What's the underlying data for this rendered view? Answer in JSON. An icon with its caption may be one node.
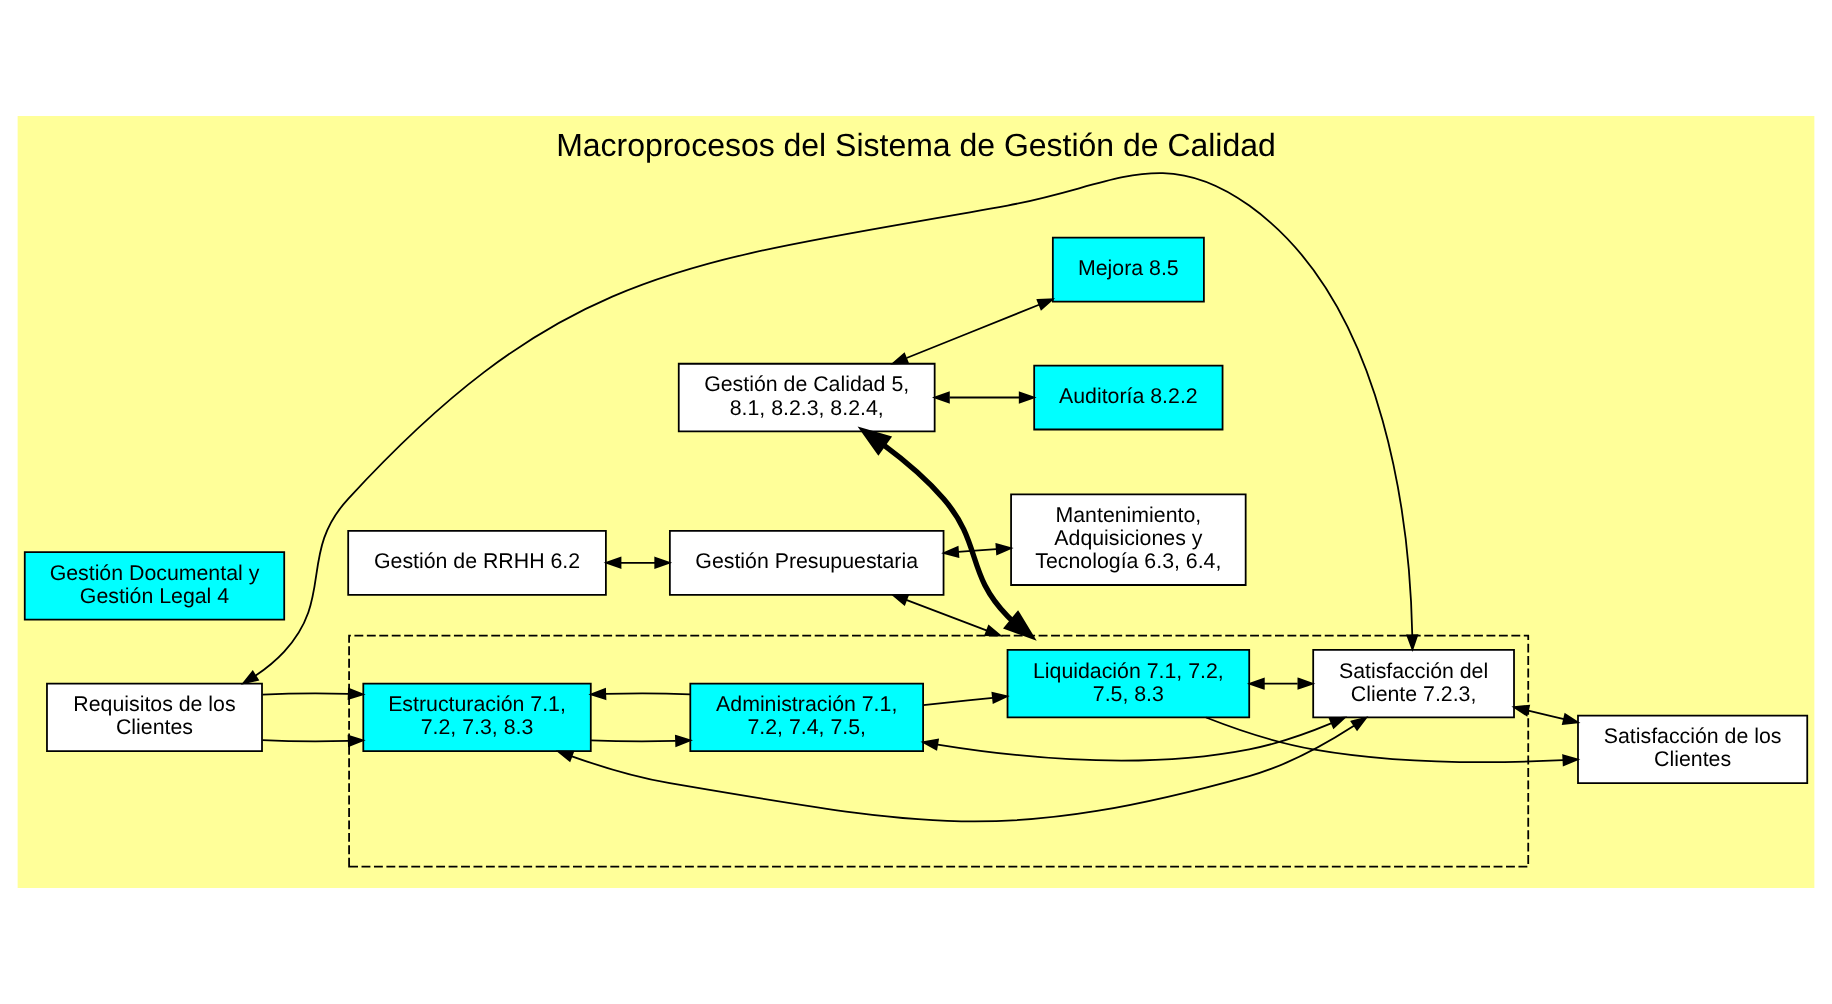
{
  "diagram": {
    "title": "Macroprocesos del Sistema de Gestión de Calidad",
    "nodes": [
      {
        "text": [
          "Requisitos de los Clientes"
        ]
      },
      {
        "text": [
          "Satisfacción de los Clientes"
        ]
      },
      {
        "text": [
          "Gestión de Calidad 5, 8.1, 8.2.3, 8.2.4,"
        ]
      },
      {
        "text": [
          "Auditoría 8.2.2"
        ]
      },
      {
        "text": [
          "Mejora 8.5"
        ]
      },
      {
        "text": [],
        "shape": "box"
      },
      {
        "text": [
          "Estructuración 7.1, 7.2, 7.3, 8.3"
        ],
        "in": 5
      },
      {
        "text": [
          "Administración 7.1, 7.2, 7.4, 7.5,"
        ],
        "in": 5
      },
      {
        "text": [
          "Liquidación 7.1, 7.2, 7.5, 8.3"
        ],
        "in": 5
      },
      {
        "text": [
          "Satisfacción del Cliente 7.2.3,"
        ],
        "in": 5
      },
      {
        "text": [
          "Gestión de RRHH 6.2"
        ]
      },
      {
        "text": [
          "Gestión Presupuestaria"
        ]
      },
      {
        "text": [
          "Mantenimiento, Adquisiciones y Tecnología 6.3, 6.4,"
        ]
      },
      {
        "text": [
          "Gestión Documental y Gestión Legal 4"
        ]
      }
    ],
    "edges": [
      {
        "from": 2,
        "to": 3,
        "arrow": "both"
      },
      {
        "from": 2,
        "to": 4,
        "arrow": "both"
      },
      {
        "from": 2,
        "to": 5,
        "arrow": "both",
        "style": "thick"
      },
      {
        "from": 0,
        "to": 6,
        "arrow": "to"
      },
      {
        "from": 0,
        "to": 6,
        "arrow": "to"
      },
      {
        "from": 7,
        "to": 6,
        "arrow": "to"
      },
      {
        "from": 6,
        "to": 7,
        "arrow": "to"
      },
      {
        "from": 7,
        "to": 8,
        "arrow": "to"
      },
      {
        "from": 8,
        "to": 1,
        "arrow": "to"
      },
      {
        "from": 6,
        "to": 9,
        "arrow": "both"
      },
      {
        "from": 7,
        "to": 9,
        "arrow": "both"
      },
      {
        "from": 8,
        "to": 9,
        "arrow": "both"
      },
      {
        "from": 0,
        "to": 9,
        "arrow": "both"
      },
      {
        "from": 9,
        "to": 1,
        "arrow": "both"
      },
      {
        "from": 11,
        "to": 5,
        "arrow": "both"
      },
      {
        "from": 10,
        "to": 11,
        "arrow": "both"
      },
      {
        "from": 11,
        "to": 12,
        "arrow": "both"
      }
    ]
  }
}
